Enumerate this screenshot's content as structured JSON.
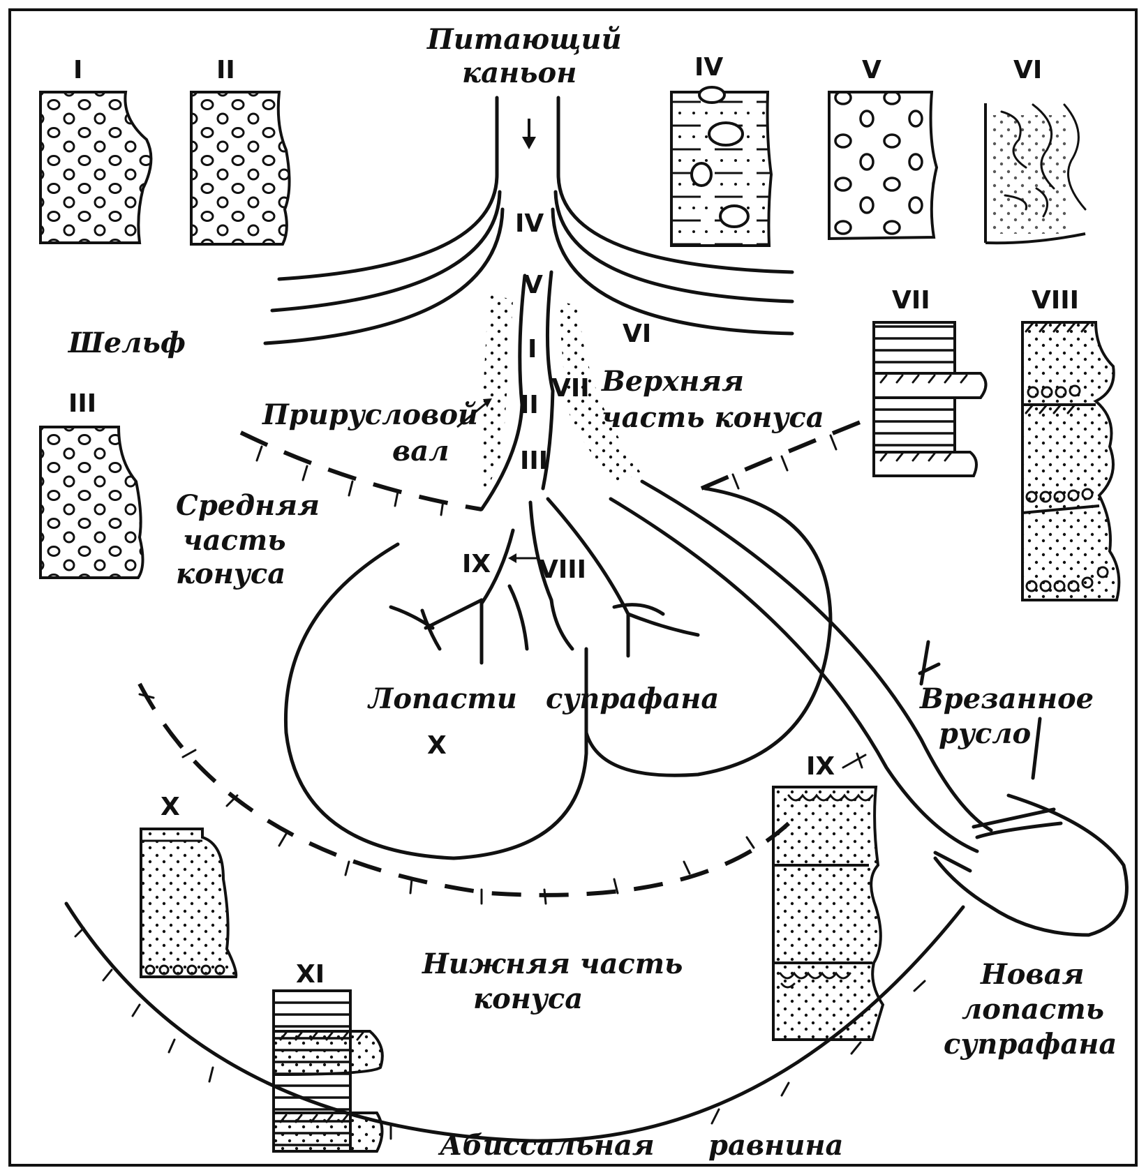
{
  "labels": {
    "feeder_canyon_1": "Питающий",
    "feeder_canyon_2": "каньон",
    "shelf": "Шельф",
    "levee_1": "Прирусловой",
    "levee_2": "вал",
    "upper_fan_1": "Верхняя",
    "upper_fan_2": "часть конуса",
    "middle_fan_1": "Средняя",
    "middle_fan_2": "часть",
    "middle_fan_3": "конуса",
    "lobes_1": "Лопасти",
    "lobes_2": "супрафана",
    "incised_channel_1": "Врезанное",
    "incised_channel_2": "русло",
    "lower_fan_1": "Нижняя часть",
    "lower_fan_2": "конуса",
    "new_lobe_1": "Новая",
    "new_lobe_2": "лопасть",
    "new_lobe_3": "супрафана",
    "abyssal_plain_1": "Абиссальная",
    "abyssal_plain_2": "равнина"
  },
  "map_markers": {
    "iv": "IV",
    "v": "V",
    "vi": "VI",
    "i": "I",
    "ii": "II",
    "iii": "III",
    "vii": "VII",
    "ix": "IX",
    "viii": "VIII",
    "x": "X"
  },
  "columns": {
    "c1": "I",
    "c2": "II",
    "c3": "III",
    "c4": "IV",
    "c5": "V",
    "c6": "VI",
    "c7": "VII",
    "c8": "VIII",
    "c9": "IX",
    "c10": "X",
    "c11": "XI"
  },
  "icons": {
    "flow_arrow": "arrow-down-icon",
    "levee_pointer": "arrow-icon"
  }
}
